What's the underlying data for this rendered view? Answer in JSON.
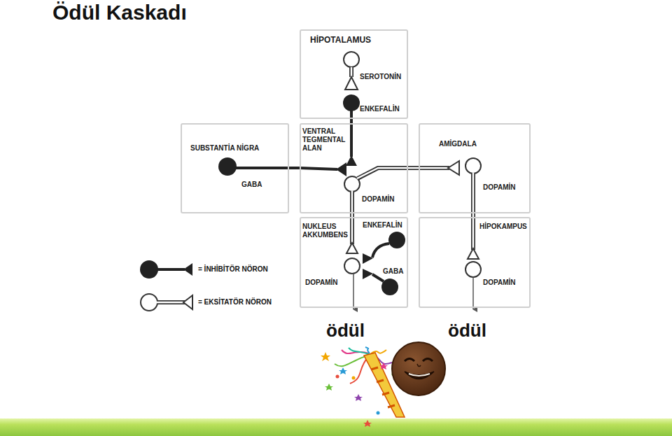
{
  "diagram": {
    "title": "Ödül Kaskadı",
    "nodes": [
      {
        "text": [
          "HİPOTALAMUS",
          "SEROTONİN",
          "ENKEFALİN"
        ]
      },
      {
        "text": [
          "SUBSTANTİA NİGRA",
          "GABA"
        ]
      },
      {
        "text": [
          "VENTRAL TEGMENTAL ALAN",
          "DOPAMİN"
        ]
      },
      {
        "text": [
          "AMİGDALA",
          "DOPAMİN"
        ]
      },
      {
        "text": [
          "NUKLEUS AKKUMBENS",
          "ENKEFALİN",
          "DOPAMİN",
          "GABA"
        ]
      },
      {
        "text": [
          "HİPOKAMPUS",
          "DOPAMİN"
        ]
      }
    ],
    "edges": [
      {
        "from": 0,
        "to": 2,
        "arrow": "to"
      },
      {
        "from": 1,
        "to": 2,
        "arrow": "to"
      },
      {
        "from": 2,
        "to": 3,
        "arrow": "to"
      },
      {
        "from": 2,
        "to": 4,
        "arrow": "to"
      },
      {
        "from": 3,
        "to": 5,
        "arrow": "to"
      }
    ],
    "labels": [
      "ödül",
      "ödül"
    ],
    "legend": [
      {
        "text": "= İNHİBİTÖR NÖRON"
      },
      {
        "text": "= EKSİTATÖR NÖRON"
      }
    ]
  }
}
